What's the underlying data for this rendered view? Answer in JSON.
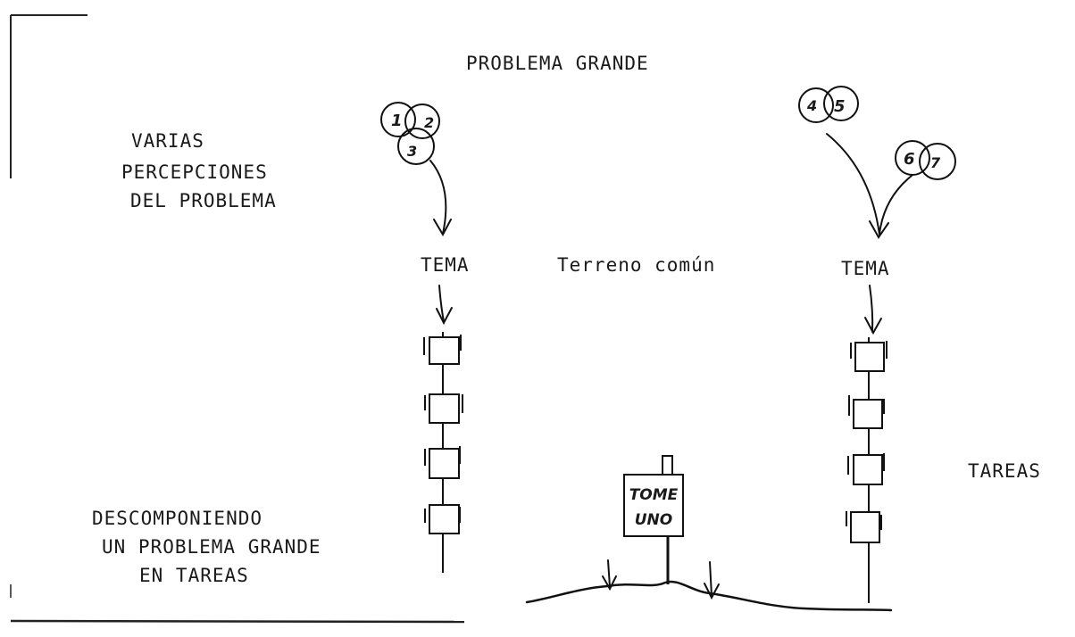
{
  "title": "PROBLEMA GRANDE",
  "perceptions_label": [
    "VARIAS",
    "PERCEPCIONES",
    "DEL PROBLEMA"
  ],
  "theme_left": "TEMA",
  "theme_right": "TEMA",
  "common_ground": "Terreno común",
  "tasks_label": "TAREAS",
  "caption": [
    "DESCOMPONIENDO",
    "UN PROBLEMA GRANDE",
    "EN TAREAS"
  ],
  "sign_text": [
    "TOME",
    "UNO"
  ],
  "perception_numbers": [
    "1",
    "2",
    "3",
    "4",
    "5",
    "6",
    "7"
  ]
}
